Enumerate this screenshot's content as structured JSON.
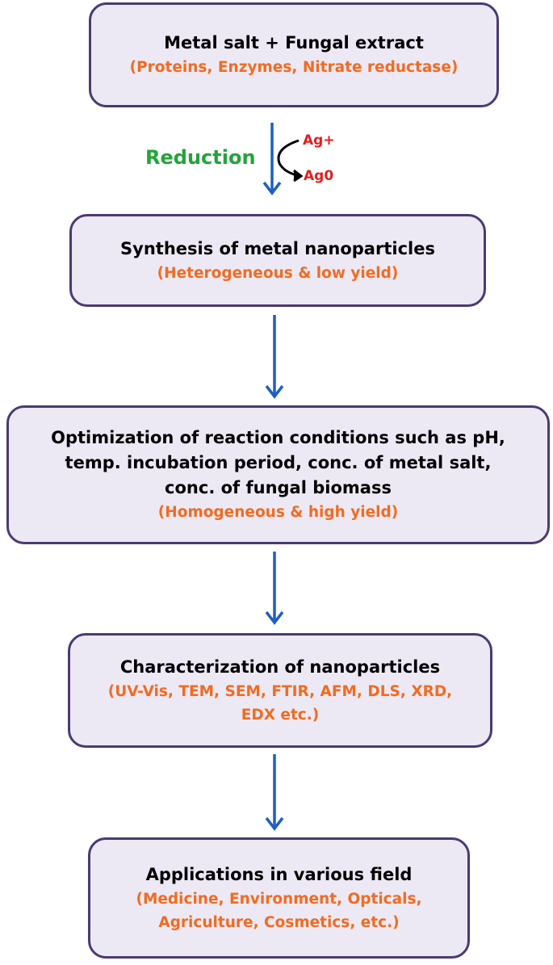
{
  "step1": {
    "title": "Metal salt + Fungal extract",
    "sub": "(Proteins, Enzymes, Nitrate reductase)"
  },
  "reaction": {
    "label": "Reduction",
    "from": "Ag+",
    "to": "Ag0"
  },
  "step2": {
    "title": "Synthesis of metal nanoparticles",
    "sub": "(Heterogeneous & low yield)"
  },
  "step3": {
    "title_lines": [
      "Optimization of reaction conditions such as pH,",
      "temp. incubation period, conc. of metal salt,",
      "conc. of fungal biomass"
    ],
    "sub": "(Homogeneous & high yield)"
  },
  "step4": {
    "title": "Characterization of nanoparticles",
    "sub_lines": [
      "(UV-Vis, TEM, SEM, FTIR, AFM, DLS, XRD,",
      "EDX etc.)"
    ]
  },
  "step5": {
    "title": "Applications in various field",
    "sub_lines": [
      "(Medicine, Environment, Opticals,",
      "Agriculture, Cosmetics, etc.)"
    ]
  },
  "colors": {
    "box_fill": "#ede9f4",
    "box_border": "#4b3a72",
    "title": "#000000",
    "sub": "#f26b21",
    "arrow": "#1f5fc1",
    "reduction": "#22a43a",
    "ion": "#e41e1e"
  }
}
